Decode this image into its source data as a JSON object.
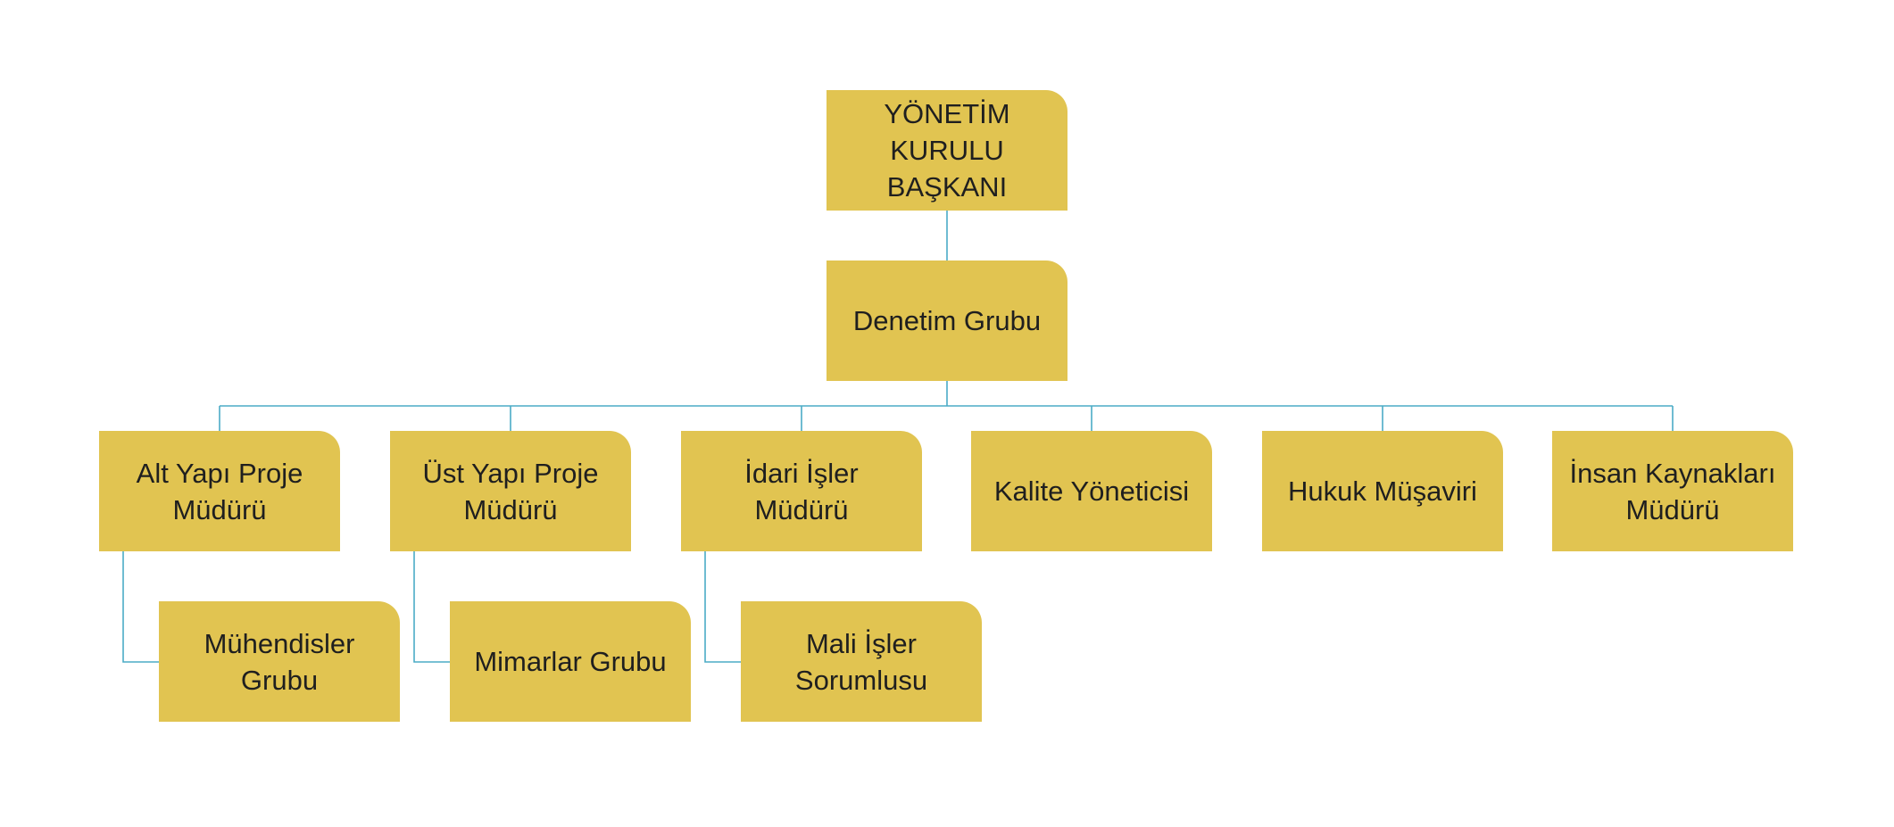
{
  "org_chart": {
    "root": {
      "label": "YÖNETİM\nKURULU\nBAŞKANI"
    },
    "audit_group": {
      "label": "Denetim Grubu"
    },
    "managers": [
      {
        "label": "Alt Yapı Proje\nMüdürü"
      },
      {
        "label": "Üst Yapı Proje\nMüdürü"
      },
      {
        "label": "İdari İşler\nMüdürü"
      },
      {
        "label": "Kalite Yöneticisi"
      },
      {
        "label": "Hukuk Müşaviri"
      },
      {
        "label": "İnsan Kaynakları\nMüdürü"
      }
    ],
    "sub_units": [
      {
        "label": "Mühendisler\nGrubu"
      },
      {
        "label": "Mimarlar Grubu"
      },
      {
        "label": "Mali İşler\nSorumlusu"
      }
    ]
  },
  "colors": {
    "node_fill": "#e1c451",
    "connector": "#4bacc6",
    "text": "#1f1f1f",
    "background": "#ffffff"
  }
}
